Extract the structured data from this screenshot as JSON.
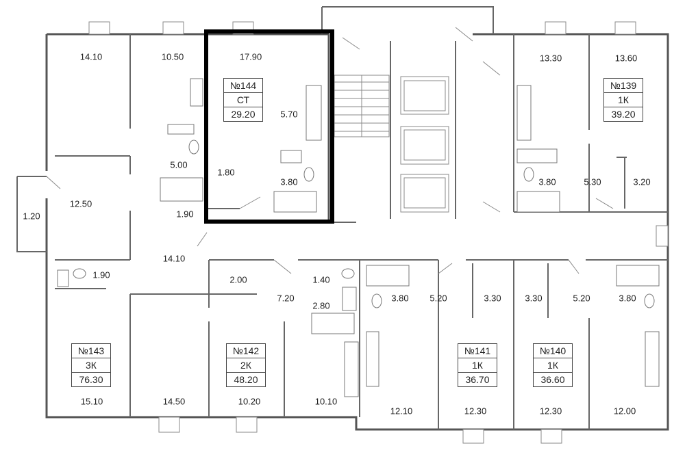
{
  "units": [
    {
      "id": "unit-144",
      "number": "№144",
      "type": "СТ",
      "area": "29.20"
    },
    {
      "id": "unit-139",
      "number": "№139",
      "type": "1К",
      "area": "39.20"
    },
    {
      "id": "unit-143",
      "number": "№143",
      "type": "3К",
      "area": "76.30"
    },
    {
      "id": "unit-142",
      "number": "№142",
      "type": "2К",
      "area": "48.20"
    },
    {
      "id": "unit-141",
      "number": "№141",
      "type": "1К",
      "area": "36.70"
    },
    {
      "id": "unit-140",
      "number": "№140",
      "type": "1К",
      "area": "36.60"
    }
  ],
  "room_areas": [
    "14.10",
    "10.50",
    "17.90",
    "13.30",
    "13.60",
    "5.70",
    "5.00",
    "1.80",
    "3.80",
    "3.80",
    "5.30",
    "3.20",
    "1.20",
    "12.50",
    "1.90",
    "14.10",
    "1.90",
    "2.00",
    "7.20",
    "1.40",
    "2.80",
    "3.80",
    "5.20",
    "3.30",
    "3.30",
    "5.20",
    "3.80",
    "15.10",
    "14.50",
    "10.20",
    "10.10",
    "12.10",
    "12.30",
    "12.30",
    "12.00"
  ],
  "colors": {
    "wall": "#555555",
    "highlight": "#000000",
    "background": "#ffffff"
  }
}
